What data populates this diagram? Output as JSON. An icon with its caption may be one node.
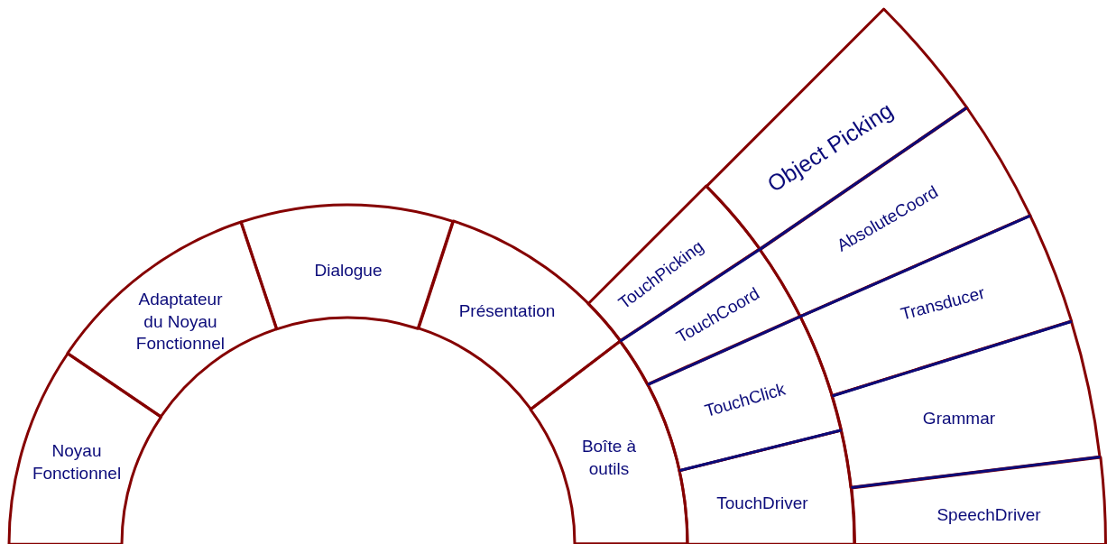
{
  "diagram": {
    "nodes": [
      {
        "text": [
          "Noyau Fonctionnel"
        ]
      },
      {
        "text": [
          "Adaptateur du Noyau Fonctionnel"
        ]
      },
      {
        "text": [
          "Dialogue"
        ]
      },
      {
        "text": [
          "Présentation"
        ]
      },
      {
        "text": [
          "Boîte à outils"
        ]
      },
      {
        "text": [
          "TouchPicking"
        ]
      },
      {
        "text": [
          "Object Picking"
        ]
      },
      {
        "text": [
          "TouchCoord"
        ]
      },
      {
        "text": [
          "AbsoluteCoord"
        ]
      },
      {
        "text": [
          "TouchClick"
        ]
      },
      {
        "text": [
          "Transducer"
        ]
      },
      {
        "text": [
          "TouchDriver"
        ]
      },
      {
        "text": [
          "Grammar"
        ]
      },
      {
        "text": [
          "SpeechDriver"
        ]
      }
    ]
  }
}
